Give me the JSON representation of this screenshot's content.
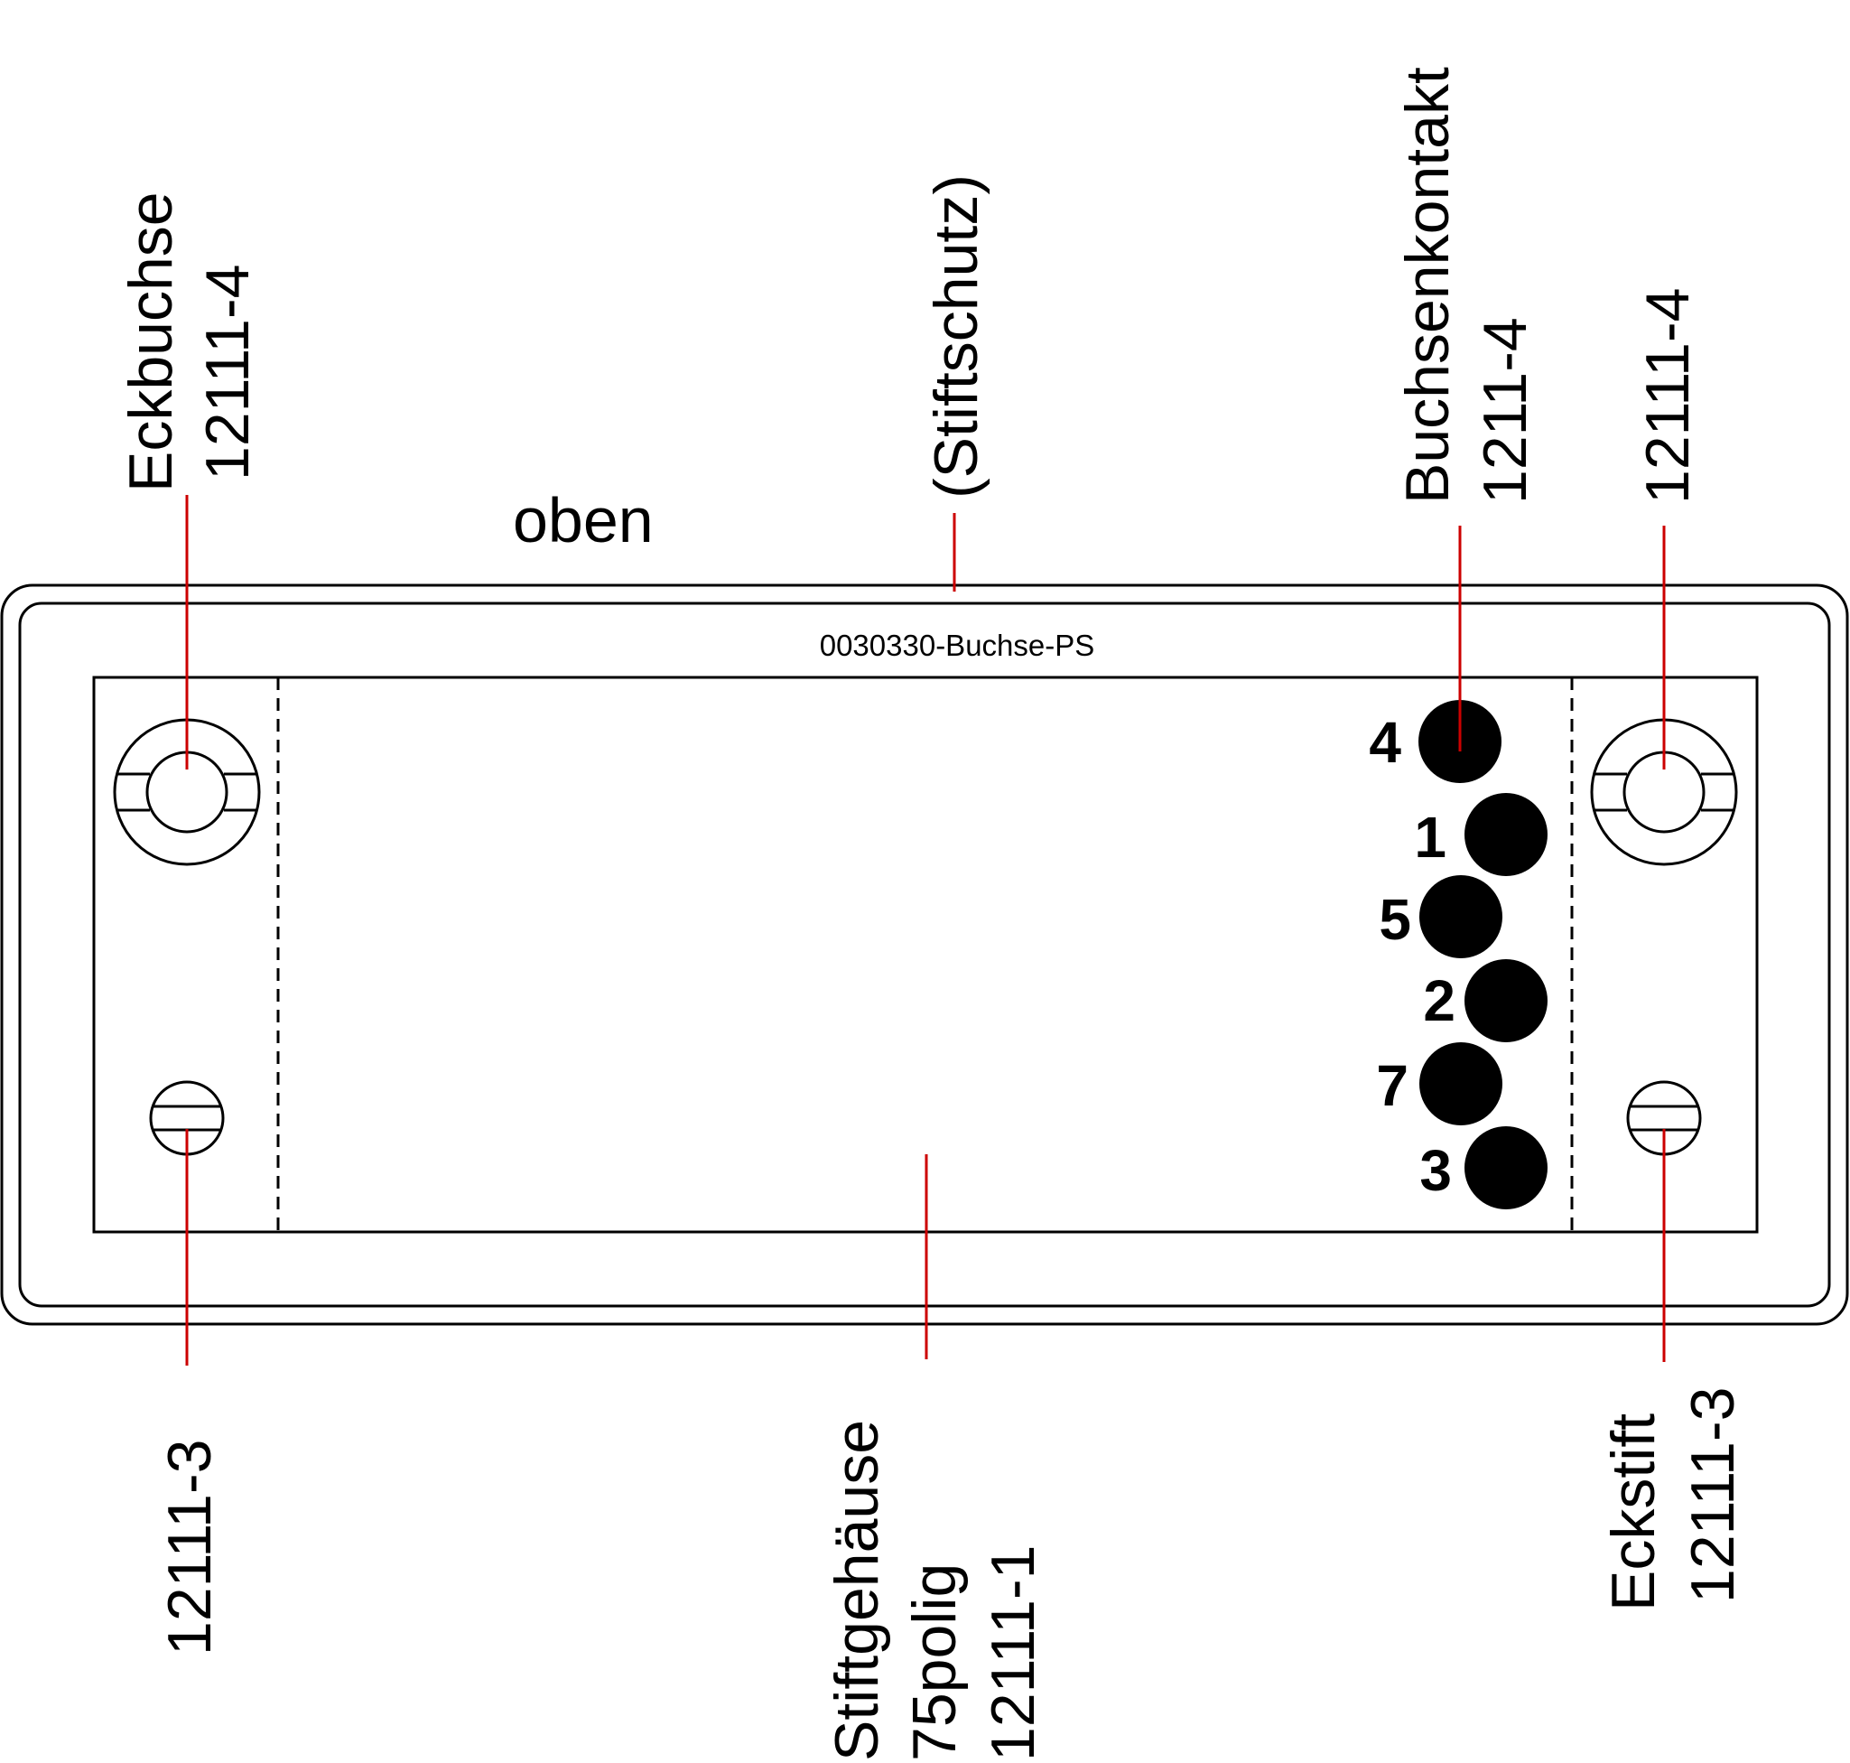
{
  "drawing": {
    "label_oben": "oben",
    "label_stiftschutz": "(Stiftschutz)",
    "part_number": "0030330-Buchse-PS"
  },
  "callouts": {
    "top_left": {
      "line1": "Eckbuchse",
      "line2": "12111-4"
    },
    "top_contact": {
      "line1": "Buchsenkontakt",
      "line2": "1211-4"
    },
    "top_right": {
      "line1": "12111-4"
    },
    "bottom_left": {
      "line1": "12111-3"
    },
    "bottom_center": {
      "line1": "Stiftgehäuse",
      "line2": "75polig",
      "line3": "12111-1"
    },
    "bottom_right": {
      "line1": "Eckstift",
      "line2": "12111-3"
    }
  },
  "pins": [
    "4",
    "1",
    "5",
    "2",
    "7",
    "3"
  ],
  "colors": {
    "line": "#000000",
    "leader": "#cc0000",
    "contact": "#000000"
  }
}
